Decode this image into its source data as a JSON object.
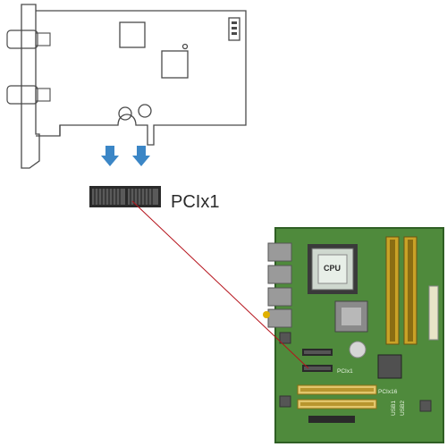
{
  "diagram": {
    "slot_label": "PCIx1",
    "cpu_label": "CPU",
    "board_slot_labels": {
      "pcix1": "PCIx1",
      "pcix16": "PCIx16",
      "usb1": "USB1",
      "usb2": "USB2"
    },
    "colors": {
      "arrow": "#3b86c6",
      "connector_line": "#b5121b",
      "board": "#4f8a3c",
      "ram_slot": "#c9a227",
      "pci_slot": "#e2c66b"
    }
  }
}
